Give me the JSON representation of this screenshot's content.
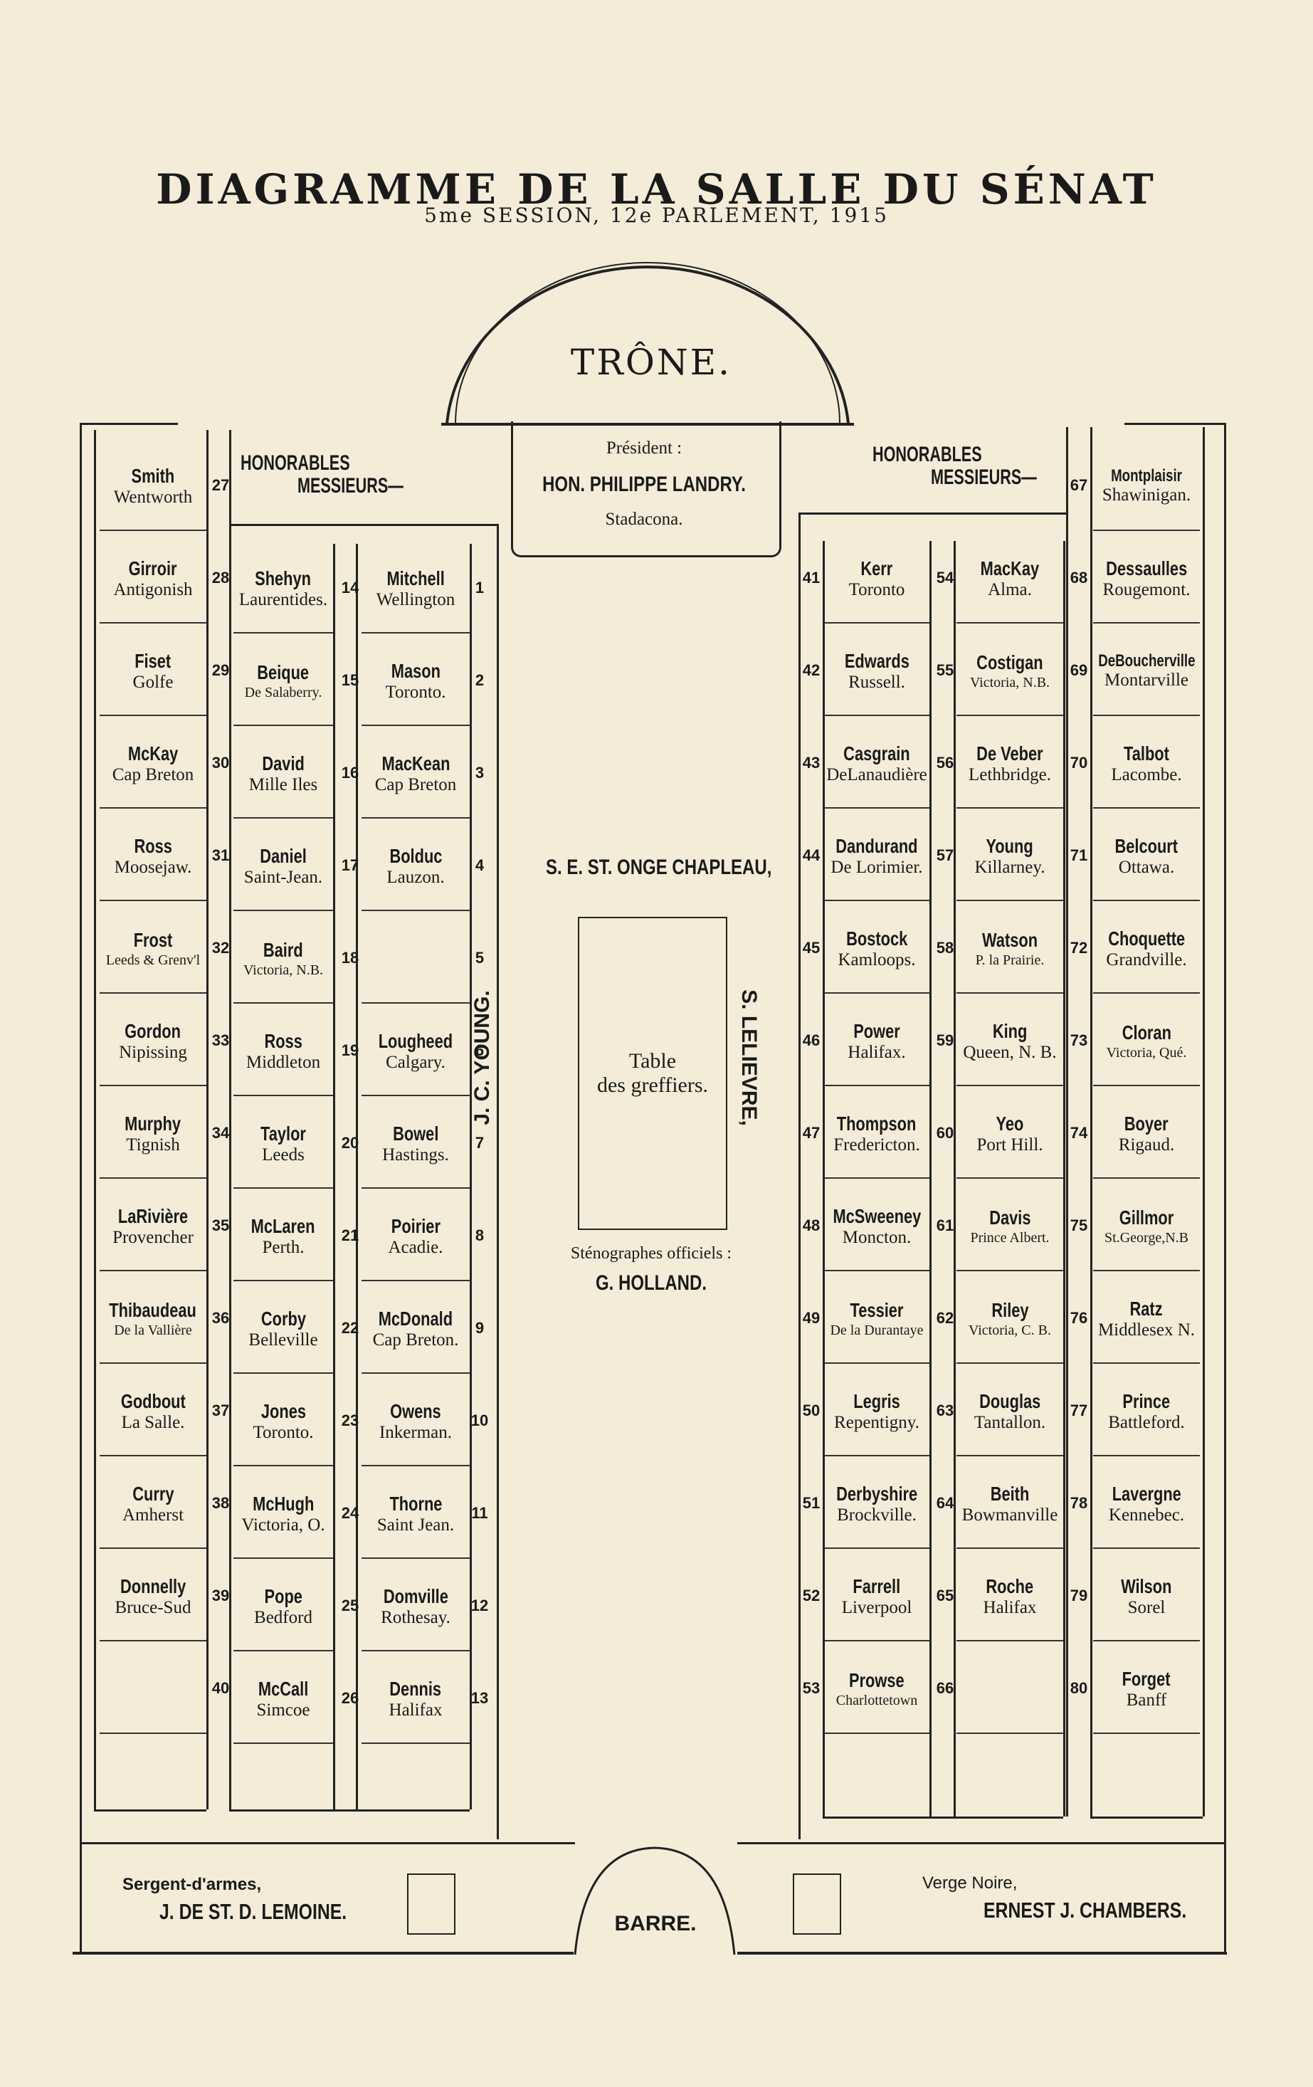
{
  "title": "DIAGRAMME DE LA SALLE DU SÉNAT",
  "subtitle": "5me SESSION, 12e PARLEMENT, 1915",
  "throne": "TRÔNE.",
  "president": {
    "label": "Président :",
    "name": "HON. PHILIPPE LANDRY.",
    "division": "Stadacona."
  },
  "left_heading": [
    "HONORABLES",
    "MESSIEURS—"
  ],
  "right_heading": [
    "HONORABLES",
    "MESSIEURS—"
  ],
  "clerk": "S. E. ST. ONGE CHAPLEAU,",
  "assistant_left": "J. C. YOUNG.",
  "assistant_right": "S. LELIEVRE,",
  "table_label": [
    "Table",
    "des greffiers."
  ],
  "reporters": {
    "label": "Sténographes officiels :",
    "name": "G. HOLLAND."
  },
  "sergeant": {
    "label": "Sergent-d'armes,",
    "name": "J. DE ST. D. LEMOINE."
  },
  "bar": "BARRE.",
  "black_rod": {
    "label": "Verge Noire,",
    "name": "ERNEST J. CHAMBERS."
  },
  "columns": [
    {
      "seats": [
        {
          "n": "27",
          "name": "Smith",
          "div": "Wentworth"
        },
        {
          "n": "28",
          "name": "Girroir",
          "div": "Antigonish"
        },
        {
          "n": "29",
          "name": "Fiset",
          "div": "Golfe"
        },
        {
          "n": "30",
          "name": "McKay",
          "div": "Cap Breton"
        },
        {
          "n": "31",
          "name": "Ross",
          "div": "Moosejaw."
        },
        {
          "n": "32",
          "name": "Frost",
          "div": "Leeds & Grenv'l"
        },
        {
          "n": "33",
          "name": "Gordon",
          "div": "Nipissing"
        },
        {
          "n": "34",
          "name": "Murphy",
          "div": "Tignish"
        },
        {
          "n": "35",
          "name": "LaRivière",
          "div": "Provencher"
        },
        {
          "n": "36",
          "name": "Thibaudeau",
          "div": "De la Vallière"
        },
        {
          "n": "37",
          "name": "Godbout",
          "div": "La Salle."
        },
        {
          "n": "38",
          "name": "Curry",
          "div": "Amherst"
        },
        {
          "n": "39",
          "name": "Donnelly",
          "div": "Bruce-Sud"
        },
        {
          "n": "40",
          "name": "",
          "div": ""
        }
      ]
    },
    {
      "seats": [
        {
          "n": "14",
          "name": "Shehyn",
          "div": "Laurentides."
        },
        {
          "n": "15",
          "name": "Beique",
          "div": "De Salaberry."
        },
        {
          "n": "16",
          "name": "David",
          "div": "Mille Iles"
        },
        {
          "n": "17",
          "name": "Daniel",
          "div": "Saint-Jean."
        },
        {
          "n": "18",
          "name": "Baird",
          "div": "Victoria, N.B."
        },
        {
          "n": "19",
          "name": "Ross",
          "div": "Middleton"
        },
        {
          "n": "20",
          "name": "Taylor",
          "div": "Leeds"
        },
        {
          "n": "21",
          "name": "McLaren",
          "div": "Perth."
        },
        {
          "n": "22",
          "name": "Corby",
          "div": "Belleville"
        },
        {
          "n": "23",
          "name": "Jones",
          "div": "Toronto."
        },
        {
          "n": "24",
          "name": "McHugh",
          "div": "Victoria, O."
        },
        {
          "n": "25",
          "name": "Pope",
          "div": "Bedford"
        },
        {
          "n": "26",
          "name": "McCall",
          "div": "Simcoe"
        }
      ]
    },
    {
      "seats": [
        {
          "n": "1",
          "name": "Mitchell",
          "div": "Wellington"
        },
        {
          "n": "2",
          "name": "Mason",
          "div": "Toronto."
        },
        {
          "n": "3",
          "name": "MacKean",
          "div": "Cap Breton"
        },
        {
          "n": "4",
          "name": "Bolduc",
          "div": "Lauzon."
        },
        {
          "n": "5",
          "name": "",
          "div": ""
        },
        {
          "n": "6",
          "name": "Lougheed",
          "div": "Calgary."
        },
        {
          "n": "7",
          "name": "Bowel",
          "div": "Hastings."
        },
        {
          "n": "8",
          "name": "Poirier",
          "div": "Acadie."
        },
        {
          "n": "9",
          "name": "McDonald",
          "div": "Cap Breton."
        },
        {
          "n": "10",
          "name": "Owens",
          "div": "Inkerman."
        },
        {
          "n": "11",
          "name": "Thorne",
          "div": "Saint Jean."
        },
        {
          "n": "12",
          "name": "Domville",
          "div": "Rothesay."
        },
        {
          "n": "13",
          "name": "Dennis",
          "div": "Halifax"
        }
      ]
    },
    {
      "seats": [
        {
          "n": "41",
          "name": "Kerr",
          "div": "Toronto"
        },
        {
          "n": "42",
          "name": "Edwards",
          "div": "Russell."
        },
        {
          "n": "43",
          "name": "Casgrain",
          "div": "DeLanaudière"
        },
        {
          "n": "44",
          "name": "Dandurand",
          "div": "De Lorimier."
        },
        {
          "n": "45",
          "name": "Bostock",
          "div": "Kamloops."
        },
        {
          "n": "46",
          "name": "Power",
          "div": "Halifax."
        },
        {
          "n": "47",
          "name": "Thompson",
          "div": "Fredericton."
        },
        {
          "n": "48",
          "name": "McSweeney",
          "div": "Moncton."
        },
        {
          "n": "49",
          "name": "Tessier",
          "div": "De la Durantaye"
        },
        {
          "n": "50",
          "name": "Legris",
          "div": "Repentigny."
        },
        {
          "n": "51",
          "name": "Derbyshire",
          "div": "Brockville."
        },
        {
          "n": "52",
          "name": "Farrell",
          "div": "Liverpool"
        },
        {
          "n": "53",
          "name": "Prowse",
          "div": "Charlottetown"
        }
      ]
    },
    {
      "seats": [
        {
          "n": "54",
          "name": "MacKay",
          "div": "Alma."
        },
        {
          "n": "55",
          "name": "Costigan",
          "div": "Victoria, N.B."
        },
        {
          "n": "56",
          "name": "De Veber",
          "div": "Lethbridge."
        },
        {
          "n": "57",
          "name": "Young",
          "div": "Killarney."
        },
        {
          "n": "58",
          "name": "Watson",
          "div": "P. la Prairie."
        },
        {
          "n": "59",
          "name": "King",
          "div": "Queen, N. B."
        },
        {
          "n": "60",
          "name": "Yeo",
          "div": "Port Hill."
        },
        {
          "n": "61",
          "name": "Davis",
          "div": "Prince Albert."
        },
        {
          "n": "62",
          "name": "Riley",
          "div": "Victoria, C. B."
        },
        {
          "n": "63",
          "name": "Douglas",
          "div": "Tantallon."
        },
        {
          "n": "64",
          "name": "Beith",
          "div": "Bowmanville"
        },
        {
          "n": "65",
          "name": "Roche",
          "div": "Halifax"
        },
        {
          "n": "66",
          "name": "",
          "div": ""
        }
      ]
    },
    {
      "seats": [
        {
          "n": "67",
          "name": "Montplaisir",
          "div": "Shawinigan."
        },
        {
          "n": "68",
          "name": "Dessaulles",
          "div": "Rougemont."
        },
        {
          "n": "69",
          "name": "DeBoucherville",
          "div": "Montarville"
        },
        {
          "n": "70",
          "name": "Talbot",
          "div": "Lacombe."
        },
        {
          "n": "71",
          "name": "Belcourt",
          "div": "Ottawa."
        },
        {
          "n": "72",
          "name": "Choquette",
          "div": "Grandville."
        },
        {
          "n": "73",
          "name": "Cloran",
          "div": "Victoria, Qué."
        },
        {
          "n": "74",
          "name": "Boyer",
          "div": "Rigaud."
        },
        {
          "n": "75",
          "name": "Gillmor",
          "div": "St.George,N.B"
        },
        {
          "n": "76",
          "name": "Ratz",
          "div": "Middlesex N."
        },
        {
          "n": "77",
          "name": "Prince",
          "div": "Battleford."
        },
        {
          "n": "78",
          "name": "Lavergne",
          "div": "Kennebec."
        },
        {
          "n": "79",
          "name": "Wilson",
          "div": "Sorel"
        },
        {
          "n": "80",
          "name": "Forget",
          "div": "Banff"
        }
      ]
    }
  ]
}
